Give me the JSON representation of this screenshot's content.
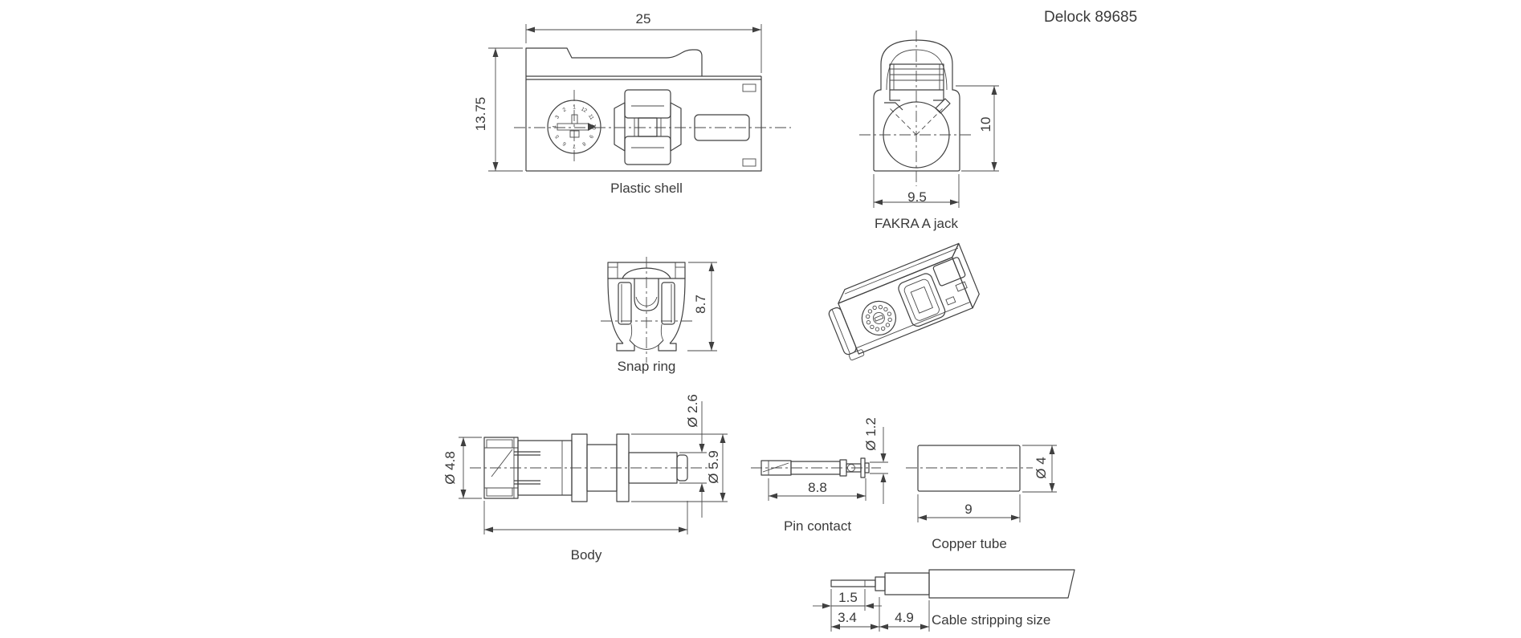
{
  "title": "Delock 89685",
  "labels": {
    "plastic_shell": "Plastic shell",
    "fakra_jack": "FAKRA A jack",
    "snap_ring": "Snap ring",
    "body": "Body",
    "pin_contact": "Pin contact",
    "copper_tube": "Copper tube",
    "cable_stripping": "Cable stripping size"
  },
  "dims": {
    "shell_width": "25",
    "shell_height": "13.75",
    "jack_height": "10",
    "jack_width": "9.5",
    "snap_ring_height": "8.7",
    "body_d_left": "Ø 4.8",
    "body_d_small": "Ø 2.6",
    "body_d_big": "Ø 5.9",
    "pin_length": "8.8",
    "pin_diameter": "Ø 1.2",
    "tube_length": "9",
    "tube_diameter": "Ø 4",
    "strip_a": "1.5",
    "strip_b": "3.4",
    "strip_c": "4.9"
  },
  "dial_numbers": [
    "1",
    "2",
    "3",
    "4",
    "5",
    "6",
    "7",
    "8",
    "9",
    "10",
    "11",
    "12"
  ],
  "colors": {
    "line": "#404040",
    "text": "#3a3a3a",
    "background": "#ffffff"
  }
}
